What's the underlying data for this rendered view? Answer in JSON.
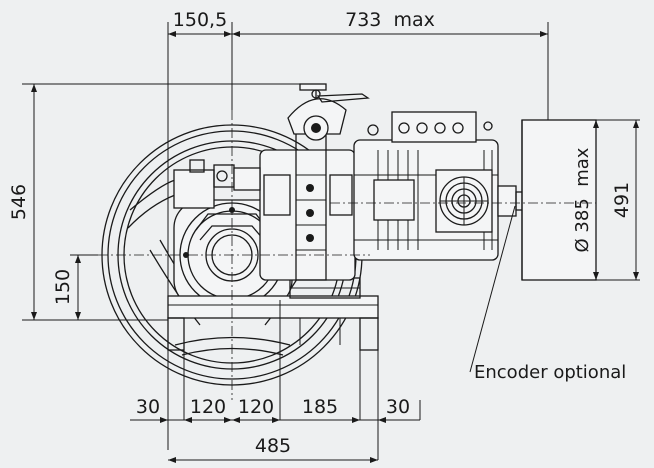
{
  "dimensions": {
    "top_left": "150,5",
    "top_right": "733  max",
    "left_height": "546",
    "left_axis": "150",
    "right_diameter": "Ø 385  max",
    "right_height": "491",
    "bottom_a": "30",
    "bottom_b": "120",
    "bottom_c": "120",
    "bottom_d": "185",
    "bottom_e": "30",
    "bottom_total": "485"
  },
  "callout": {
    "encoder": "Encoder optional"
  }
}
